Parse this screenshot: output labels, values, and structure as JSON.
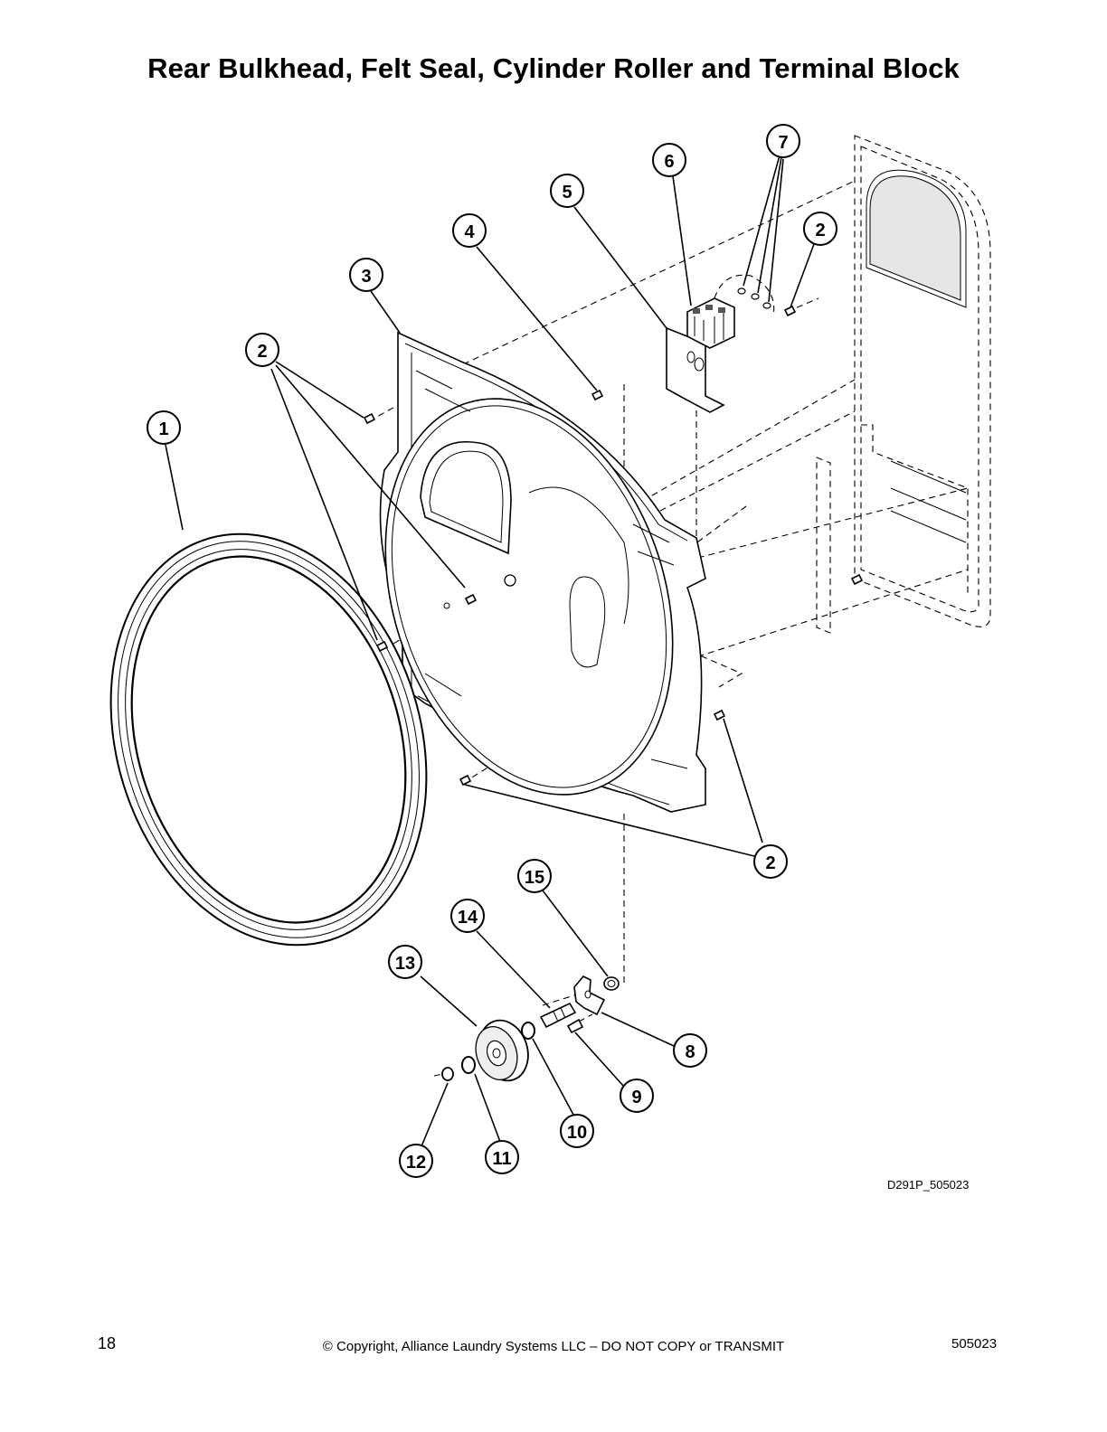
{
  "page_title": "Rear Bulkhead, Felt Seal, Cylinder Roller and Terminal Block",
  "drawing_code": "D291P_505023",
  "footer": {
    "page_number": "18",
    "copyright": "© Copyright, Alliance Laundry Systems LLC – DO NOT COPY or TRANSMIT",
    "document_number": "505023"
  },
  "callouts": [
    {
      "id": "c1",
      "label": "1"
    },
    {
      "id": "c2a",
      "label": "2"
    },
    {
      "id": "c2b",
      "label": "2"
    },
    {
      "id": "c2c",
      "label": "2"
    },
    {
      "id": "c3",
      "label": "3"
    },
    {
      "id": "c4",
      "label": "4"
    },
    {
      "id": "c5",
      "label": "5"
    },
    {
      "id": "c6",
      "label": "6"
    },
    {
      "id": "c7",
      "label": "7"
    },
    {
      "id": "c8",
      "label": "8"
    },
    {
      "id": "c9",
      "label": "9"
    },
    {
      "id": "c10",
      "label": "10"
    },
    {
      "id": "c11",
      "label": "11"
    },
    {
      "id": "c12",
      "label": "12"
    },
    {
      "id": "c13",
      "label": "13"
    },
    {
      "id": "c14",
      "label": "14"
    },
    {
      "id": "c15",
      "label": "15"
    }
  ]
}
